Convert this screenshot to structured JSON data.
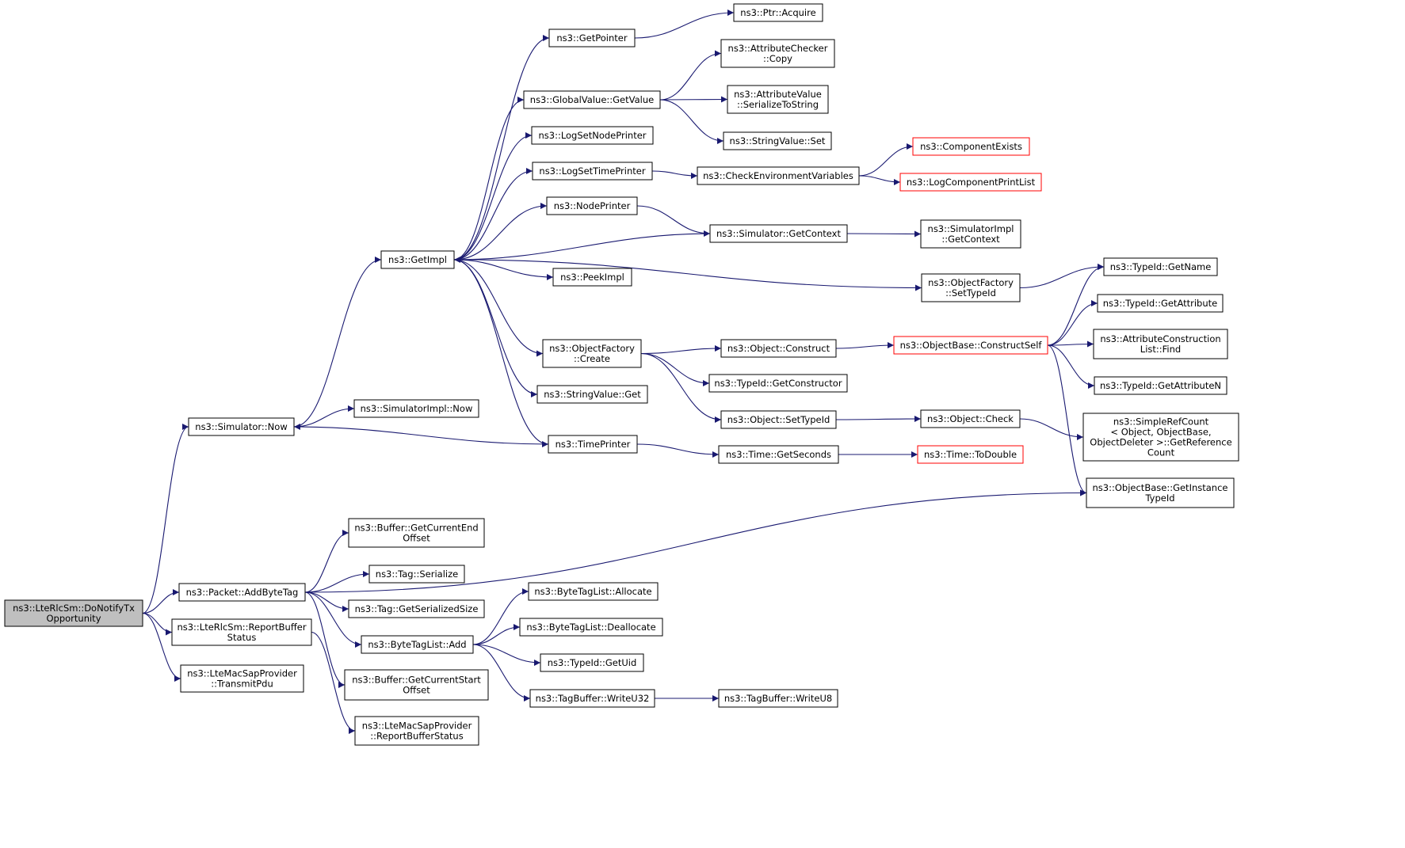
{
  "colors": {
    "edge": "#191970",
    "node_border": "#000000",
    "truncated_border": "#ff0000",
    "root_fill": "#bfbfbf",
    "node_fill": "#ffffff"
  },
  "graph": {
    "nodes": [
      {
        "id": "root",
        "lines": [
          "ns3::LteRlcSm::DoNotifyTx",
          "Opportunity"
        ],
        "root": true
      },
      {
        "id": "simnow",
        "lines": [
          "ns3::Simulator::Now"
        ]
      },
      {
        "id": "addbytetag",
        "lines": [
          "ns3::Packet::AddByteTag"
        ]
      },
      {
        "id": "reportbuf",
        "lines": [
          "ns3::LteRlcSm::ReportBuffer",
          "Status"
        ]
      },
      {
        "id": "transmitpdu",
        "lines": [
          "ns3::LteMacSapProvider",
          "::TransmitPdu"
        ]
      },
      {
        "id": "getimpl",
        "lines": [
          "ns3::GetImpl"
        ]
      },
      {
        "id": "simimplnow",
        "lines": [
          "ns3::SimulatorImpl::Now"
        ]
      },
      {
        "id": "getpointer",
        "lines": [
          "ns3::GetPointer"
        ]
      },
      {
        "id": "ptracquire",
        "lines": [
          "ns3::Ptr::Acquire"
        ]
      },
      {
        "id": "gvgetvalue",
        "lines": [
          "ns3::GlobalValue::GetValue"
        ]
      },
      {
        "id": "attrcheckercopy",
        "lines": [
          "ns3::AttributeChecker",
          "::Copy"
        ]
      },
      {
        "id": "attrvalser",
        "lines": [
          "ns3::AttributeValue",
          "::SerializeToString"
        ]
      },
      {
        "id": "stringvalueset",
        "lines": [
          "ns3::StringValue::Set"
        ]
      },
      {
        "id": "logsetnode",
        "lines": [
          "ns3::LogSetNodePrinter"
        ]
      },
      {
        "id": "logsettime",
        "lines": [
          "ns3::LogSetTimePrinter"
        ]
      },
      {
        "id": "checkenv",
        "lines": [
          "ns3::CheckEnvironmentVariables"
        ]
      },
      {
        "id": "compexists",
        "lines": [
          "ns3::ComponentExists"
        ],
        "truncated": true
      },
      {
        "id": "logcomplist",
        "lines": [
          "ns3::LogComponentPrintList"
        ],
        "truncated": true
      },
      {
        "id": "nodeprinter",
        "lines": [
          "ns3::NodePrinter"
        ]
      },
      {
        "id": "simgetcontext",
        "lines": [
          "ns3::Simulator::GetContext"
        ]
      },
      {
        "id": "simimplgetcontext",
        "lines": [
          "ns3::SimulatorImpl",
          "::GetContext"
        ]
      },
      {
        "id": "peekimpl",
        "lines": [
          "ns3::PeekImpl"
        ]
      },
      {
        "id": "ofsettypeid",
        "lines": [
          "ns3::ObjectFactory",
          "::SetTypeId"
        ]
      },
      {
        "id": "typeidgetname",
        "lines": [
          "ns3::TypeId::GetName"
        ]
      },
      {
        "id": "ofcreate",
        "lines": [
          "ns3::ObjectFactory",
          "::Create"
        ]
      },
      {
        "id": "objconstruct",
        "lines": [
          "ns3::Object::Construct"
        ]
      },
      {
        "id": "obconstructself",
        "lines": [
          "ns3::ObjectBase::ConstructSelf"
        ],
        "truncated": true
      },
      {
        "id": "typeidgetattr",
        "lines": [
          "ns3::TypeId::GetAttribute"
        ]
      },
      {
        "id": "attrconstlistfind",
        "lines": [
          "ns3::AttributeConstruction",
          "List::Find"
        ]
      },
      {
        "id": "typeidgetattrn",
        "lines": [
          "ns3::TypeId::GetAttributeN"
        ]
      },
      {
        "id": "typeidgetctor",
        "lines": [
          "ns3::TypeId::GetConstructor"
        ]
      },
      {
        "id": "stringvalueget",
        "lines": [
          "ns3::StringValue::Get"
        ]
      },
      {
        "id": "objsettypeid",
        "lines": [
          "ns3::Object::SetTypeId"
        ]
      },
      {
        "id": "objcheck",
        "lines": [
          "ns3::Object::Check"
        ]
      },
      {
        "id": "simplerefcount",
        "lines": [
          "ns3::SimpleRefCount",
          "< Object, ObjectBase,",
          " ObjectDeleter >::GetReference",
          "Count"
        ]
      },
      {
        "id": "timeprinter",
        "lines": [
          "ns3::TimePrinter"
        ]
      },
      {
        "id": "timegetseconds",
        "lines": [
          "ns3::Time::GetSeconds"
        ]
      },
      {
        "id": "timetodouble",
        "lines": [
          "ns3::Time::ToDouble"
        ],
        "truncated": true
      },
      {
        "id": "obgetinstance",
        "lines": [
          "ns3::ObjectBase::GetInstance",
          "TypeId"
        ]
      },
      {
        "id": "bufgetend",
        "lines": [
          "ns3::Buffer::GetCurrentEnd",
          "Offset"
        ]
      },
      {
        "id": "tagserialize",
        "lines": [
          "ns3::Tag::Serialize"
        ]
      },
      {
        "id": "taggetsersize",
        "lines": [
          "ns3::Tag::GetSerializedSize"
        ]
      },
      {
        "id": "btlallocate",
        "lines": [
          "ns3::ByteTagList::Allocate"
        ]
      },
      {
        "id": "btldeallocate",
        "lines": [
          "ns3::ByteTagList::Deallocate"
        ]
      },
      {
        "id": "btladd",
        "lines": [
          "ns3::ByteTagList::Add"
        ]
      },
      {
        "id": "typeidgetuid",
        "lines": [
          "ns3::TypeId::GetUid"
        ]
      },
      {
        "id": "bufgetstart",
        "lines": [
          "ns3::Buffer::GetCurrentStart",
          "Offset"
        ]
      },
      {
        "id": "tagbufwriteu32",
        "lines": [
          "ns3::TagBuffer::WriteU32"
        ]
      },
      {
        "id": "tagbufwriteu8",
        "lines": [
          "ns3::TagBuffer::WriteU8"
        ]
      },
      {
        "id": "lmspreportbuf",
        "lines": [
          "ns3::LteMacSapProvider",
          "::ReportBufferStatus"
        ]
      }
    ],
    "edges": [
      [
        "root",
        "simnow"
      ],
      [
        "root",
        "addbytetag"
      ],
      [
        "root",
        "reportbuf"
      ],
      [
        "root",
        "transmitpdu"
      ],
      [
        "simnow",
        "getimpl"
      ],
      [
        "simnow",
        "simimplnow"
      ],
      [
        "getimpl",
        "getpointer"
      ],
      [
        "getimpl",
        "gvgetvalue"
      ],
      [
        "getimpl",
        "logsetnode"
      ],
      [
        "getimpl",
        "logsettime"
      ],
      [
        "getimpl",
        "nodeprinter"
      ],
      [
        "getimpl",
        "peekimpl"
      ],
      [
        "getimpl",
        "ofsettypeid"
      ],
      [
        "getimpl",
        "ofcreate"
      ],
      [
        "getimpl",
        "stringvalueget"
      ],
      [
        "getimpl",
        "timeprinter"
      ],
      [
        "getpointer",
        "ptracquire"
      ],
      [
        "gvgetvalue",
        "attrcheckercopy"
      ],
      [
        "gvgetvalue",
        "attrvalser"
      ],
      [
        "gvgetvalue",
        "stringvalueset"
      ],
      [
        "logsettime",
        "checkenv"
      ],
      [
        "checkenv",
        "compexists"
      ],
      [
        "checkenv",
        "logcomplist"
      ],
      [
        "nodeprinter",
        "simgetcontext"
      ],
      [
        "simgetcontext",
        "getimpl"
      ],
      [
        "simgetcontext",
        "simimplgetcontext"
      ],
      [
        "ofsettypeid",
        "typeidgetname"
      ],
      [
        "ofcreate",
        "objconstruct"
      ],
      [
        "ofcreate",
        "typeidgetctor"
      ],
      [
        "ofcreate",
        "objsettypeid"
      ],
      [
        "objconstruct",
        "obconstructself"
      ],
      [
        "obconstructself",
        "typeidgetname"
      ],
      [
        "obconstructself",
        "typeidgetattr"
      ],
      [
        "obconstructself",
        "attrconstlistfind"
      ],
      [
        "obconstructself",
        "typeidgetattrn"
      ],
      [
        "obconstructself",
        "obgetinstance"
      ],
      [
        "objsettypeid",
        "objcheck"
      ],
      [
        "objcheck",
        "simplerefcount"
      ],
      [
        "timeprinter",
        "simnow"
      ],
      [
        "timeprinter",
        "timegetseconds"
      ],
      [
        "timegetseconds",
        "timetodouble"
      ],
      [
        "addbytetag",
        "obgetinstance"
      ],
      [
        "addbytetag",
        "bufgetend"
      ],
      [
        "addbytetag",
        "tagserialize"
      ],
      [
        "addbytetag",
        "taggetsersize"
      ],
      [
        "addbytetag",
        "btladd"
      ],
      [
        "addbytetag",
        "bufgetstart"
      ],
      [
        "btladd",
        "btlallocate"
      ],
      [
        "btladd",
        "btldeallocate"
      ],
      [
        "btladd",
        "typeidgetuid"
      ],
      [
        "btladd",
        "tagbufwriteu32"
      ],
      [
        "tagbufwriteu32",
        "tagbufwriteu8"
      ],
      [
        "reportbuf",
        "lmspreportbuf"
      ]
    ]
  }
}
